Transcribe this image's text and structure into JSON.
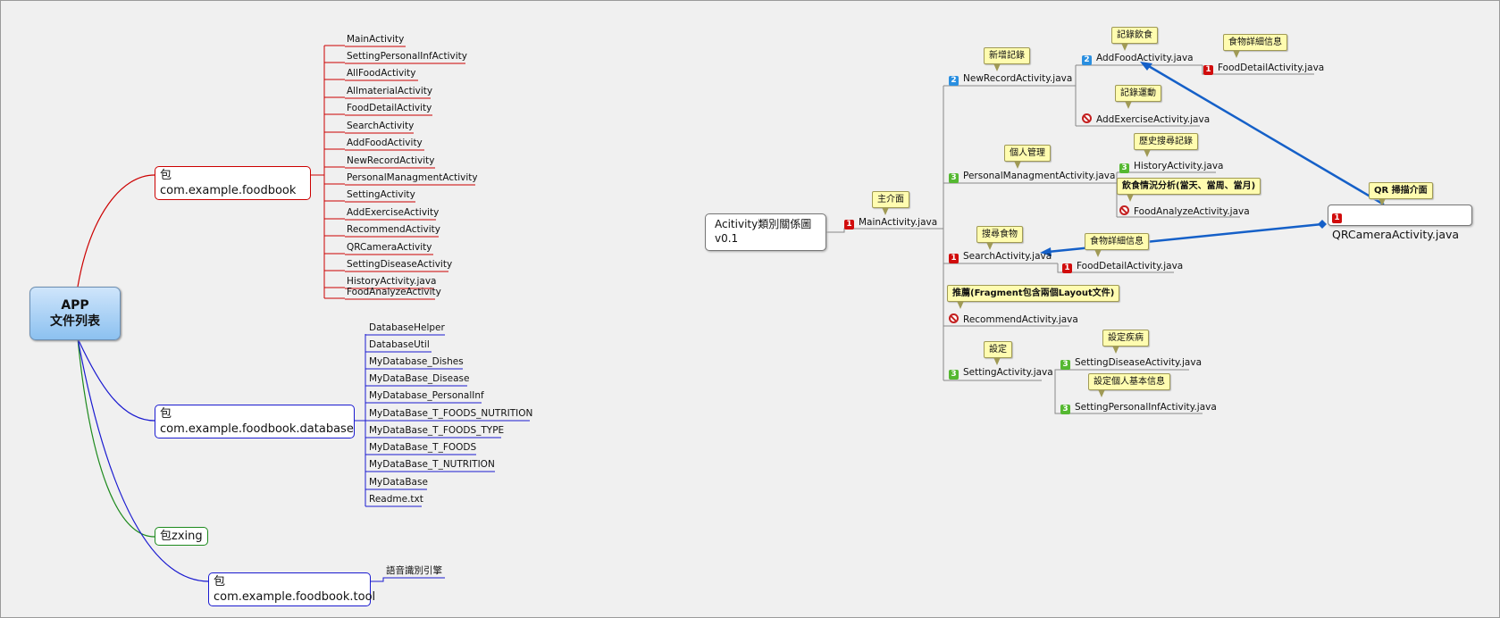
{
  "left_map": {
    "root": {
      "line1": "APP",
      "line2": "文件列表"
    },
    "packages": {
      "foodbook": {
        "label": "包 com.example.foodbook",
        "items": [
          "MainActivity",
          "SettingPersonalInfActivity",
          "AllFoodActivity",
          "AllmaterialActivity",
          "FoodDetailActivity",
          "SearchActivity",
          "AddFoodActivity",
          "NewRecordActivity",
          "PersonalManagmentActivity",
          "SettingActivity",
          "AddExerciseActivity",
          "RecommendActivity",
          "QRCameraActivity",
          "SettingDiseaseActivity",
          "HistoryActivity.java",
          "FoodAnalyzeActivity"
        ]
      },
      "database": {
        "line1": "包",
        "line2": "com.example.foodbook.database",
        "items": [
          "DatabaseHelper",
          "DatabaseUtil",
          "MyDatabase_Dishes",
          "MyDataBase_Disease",
          "MyDatabase_PersonalInf",
          "MyDataBase_T_FOODS_NUTRITION",
          "MyDataBase_T_FOODS_TYPE",
          "MyDataBase_T_FOODS",
          "MyDataBase_T_NUTRITION",
          "MyDataBase",
          "Readme.txt"
        ]
      },
      "zxing": {
        "label": "包zxing"
      },
      "tool": {
        "label": "包com.example.foodbook.tool",
        "items": [
          "語音識別引擎"
        ]
      }
    },
    "colors": {
      "red": "#cc0000",
      "blue": "#1a1ad0",
      "green": "#1d8a1d"
    }
  },
  "right_map": {
    "central": {
      "line1": "Acitivity類別關係圖",
      "line2": "v0.1"
    },
    "main": {
      "label": "MainActivity.java",
      "marker": "1",
      "note": "主介面"
    },
    "branches": {
      "newrecord": {
        "label": "NewRecordActivity.java",
        "marker": "2",
        "note": "新增記錄"
      },
      "addfood": {
        "label": "AddFoodActivity.java",
        "marker": "2",
        "note": "記錄飲食"
      },
      "fooddetail1": {
        "label": "FoodDetailActivity.java",
        "marker": "1",
        "note": "食物詳細信息"
      },
      "addexercise": {
        "label": "AddExerciseActivity.java",
        "marker": "no",
        "note": "記錄運動"
      },
      "personal": {
        "label": "PersonalManagmentActivity.java",
        "marker": "3",
        "note": "個人管理"
      },
      "history": {
        "label": "HistoryActivity.java",
        "marker": "3",
        "note": "歷史搜尋記錄"
      },
      "analyze": {
        "label": "FoodAnalyzeActivity.java",
        "marker": "no",
        "note": "飲食情況分析(當天、當周、當月)"
      },
      "search": {
        "label": "SearchActivity.java",
        "marker": "1",
        "note": "搜尋食物"
      },
      "fooddetail2": {
        "label": "FoodDetailActivity.java",
        "marker": "1",
        "note": "食物詳細信息"
      },
      "recommend": {
        "label": "RecommendActivity.java",
        "marker": "no",
        "note": "推薦(Fragment包含兩個Layout文件)"
      },
      "setting": {
        "label": "SettingActivity.java",
        "marker": "3",
        "note": "設定"
      },
      "disease": {
        "label": "SettingDiseaseActivity.java",
        "marker": "3",
        "note": "設定疾病"
      },
      "personalinf": {
        "label": "SettingPersonalInfActivity.java",
        "marker": "3",
        "note": "設定個人基本信息"
      }
    },
    "qr": {
      "label": "QRCameraActivity.java",
      "marker": "1",
      "note": "QR 掃描介面"
    },
    "colors": {
      "line": "#888888",
      "relation": "#1560c8"
    }
  }
}
